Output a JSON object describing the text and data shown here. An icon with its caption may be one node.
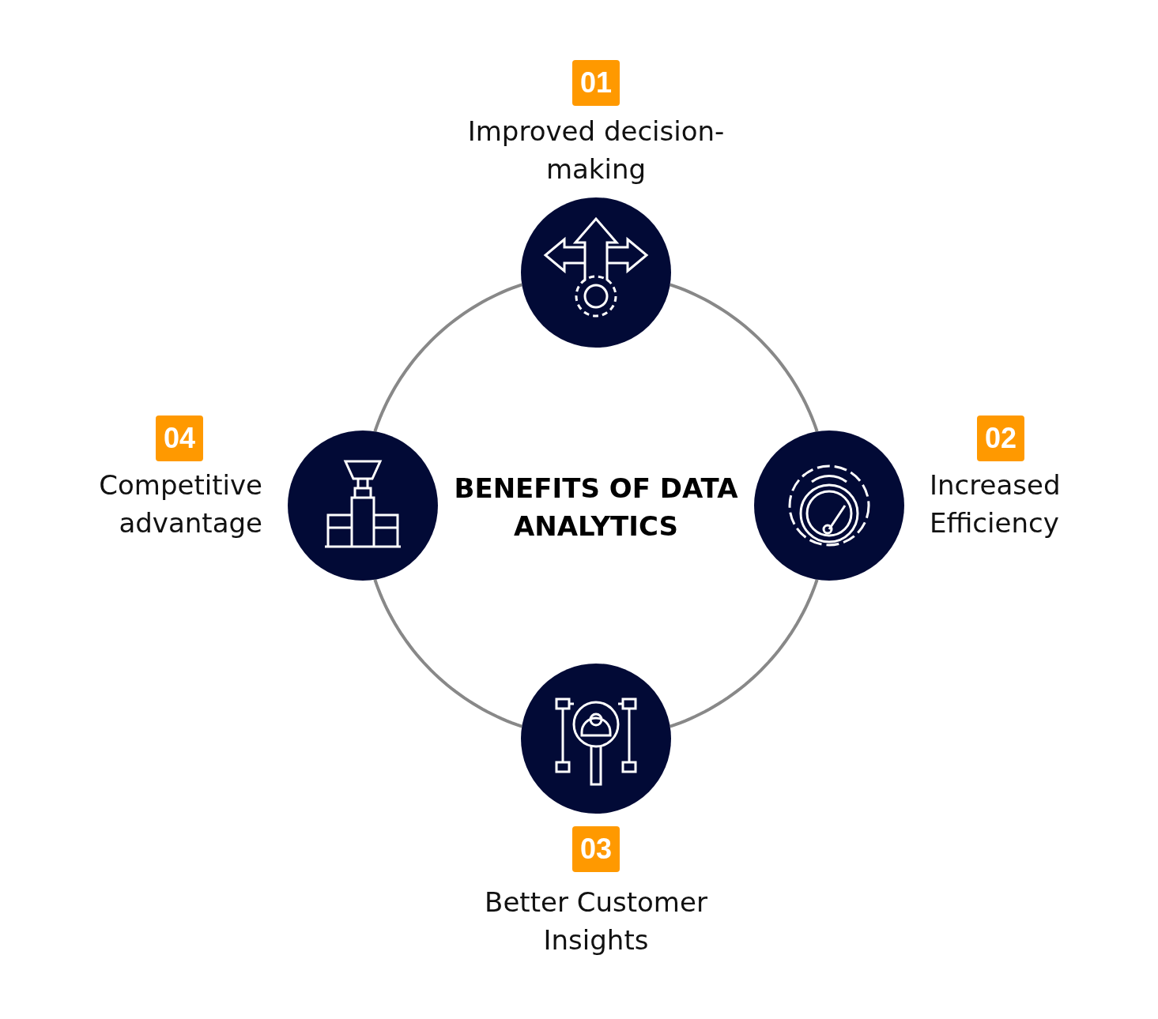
{
  "diagram": {
    "title": "BENEFITS OF DATA ANALYTICS",
    "nodes": [
      {
        "text": [],
        "shape": "circle",
        "beside": [
          "01",
          "Improved decision-making"
        ]
      },
      {
        "text": [],
        "shape": "circle",
        "beside": [
          "02",
          "Increased Efficiency"
        ]
      },
      {
        "text": [],
        "shape": "circle",
        "beside": [
          "03",
          "Better Customer Insights"
        ]
      },
      {
        "text": [],
        "shape": "circle",
        "beside": [
          "04",
          "Competitive advantage"
        ]
      }
    ],
    "edges": [
      {
        "from": 0,
        "to": 1,
        "arrow": "none"
      },
      {
        "from": 1,
        "to": 2,
        "arrow": "none"
      },
      {
        "from": 2,
        "to": 3,
        "arrow": "none"
      },
      {
        "from": 3,
        "to": 0,
        "arrow": "none"
      }
    ]
  }
}
